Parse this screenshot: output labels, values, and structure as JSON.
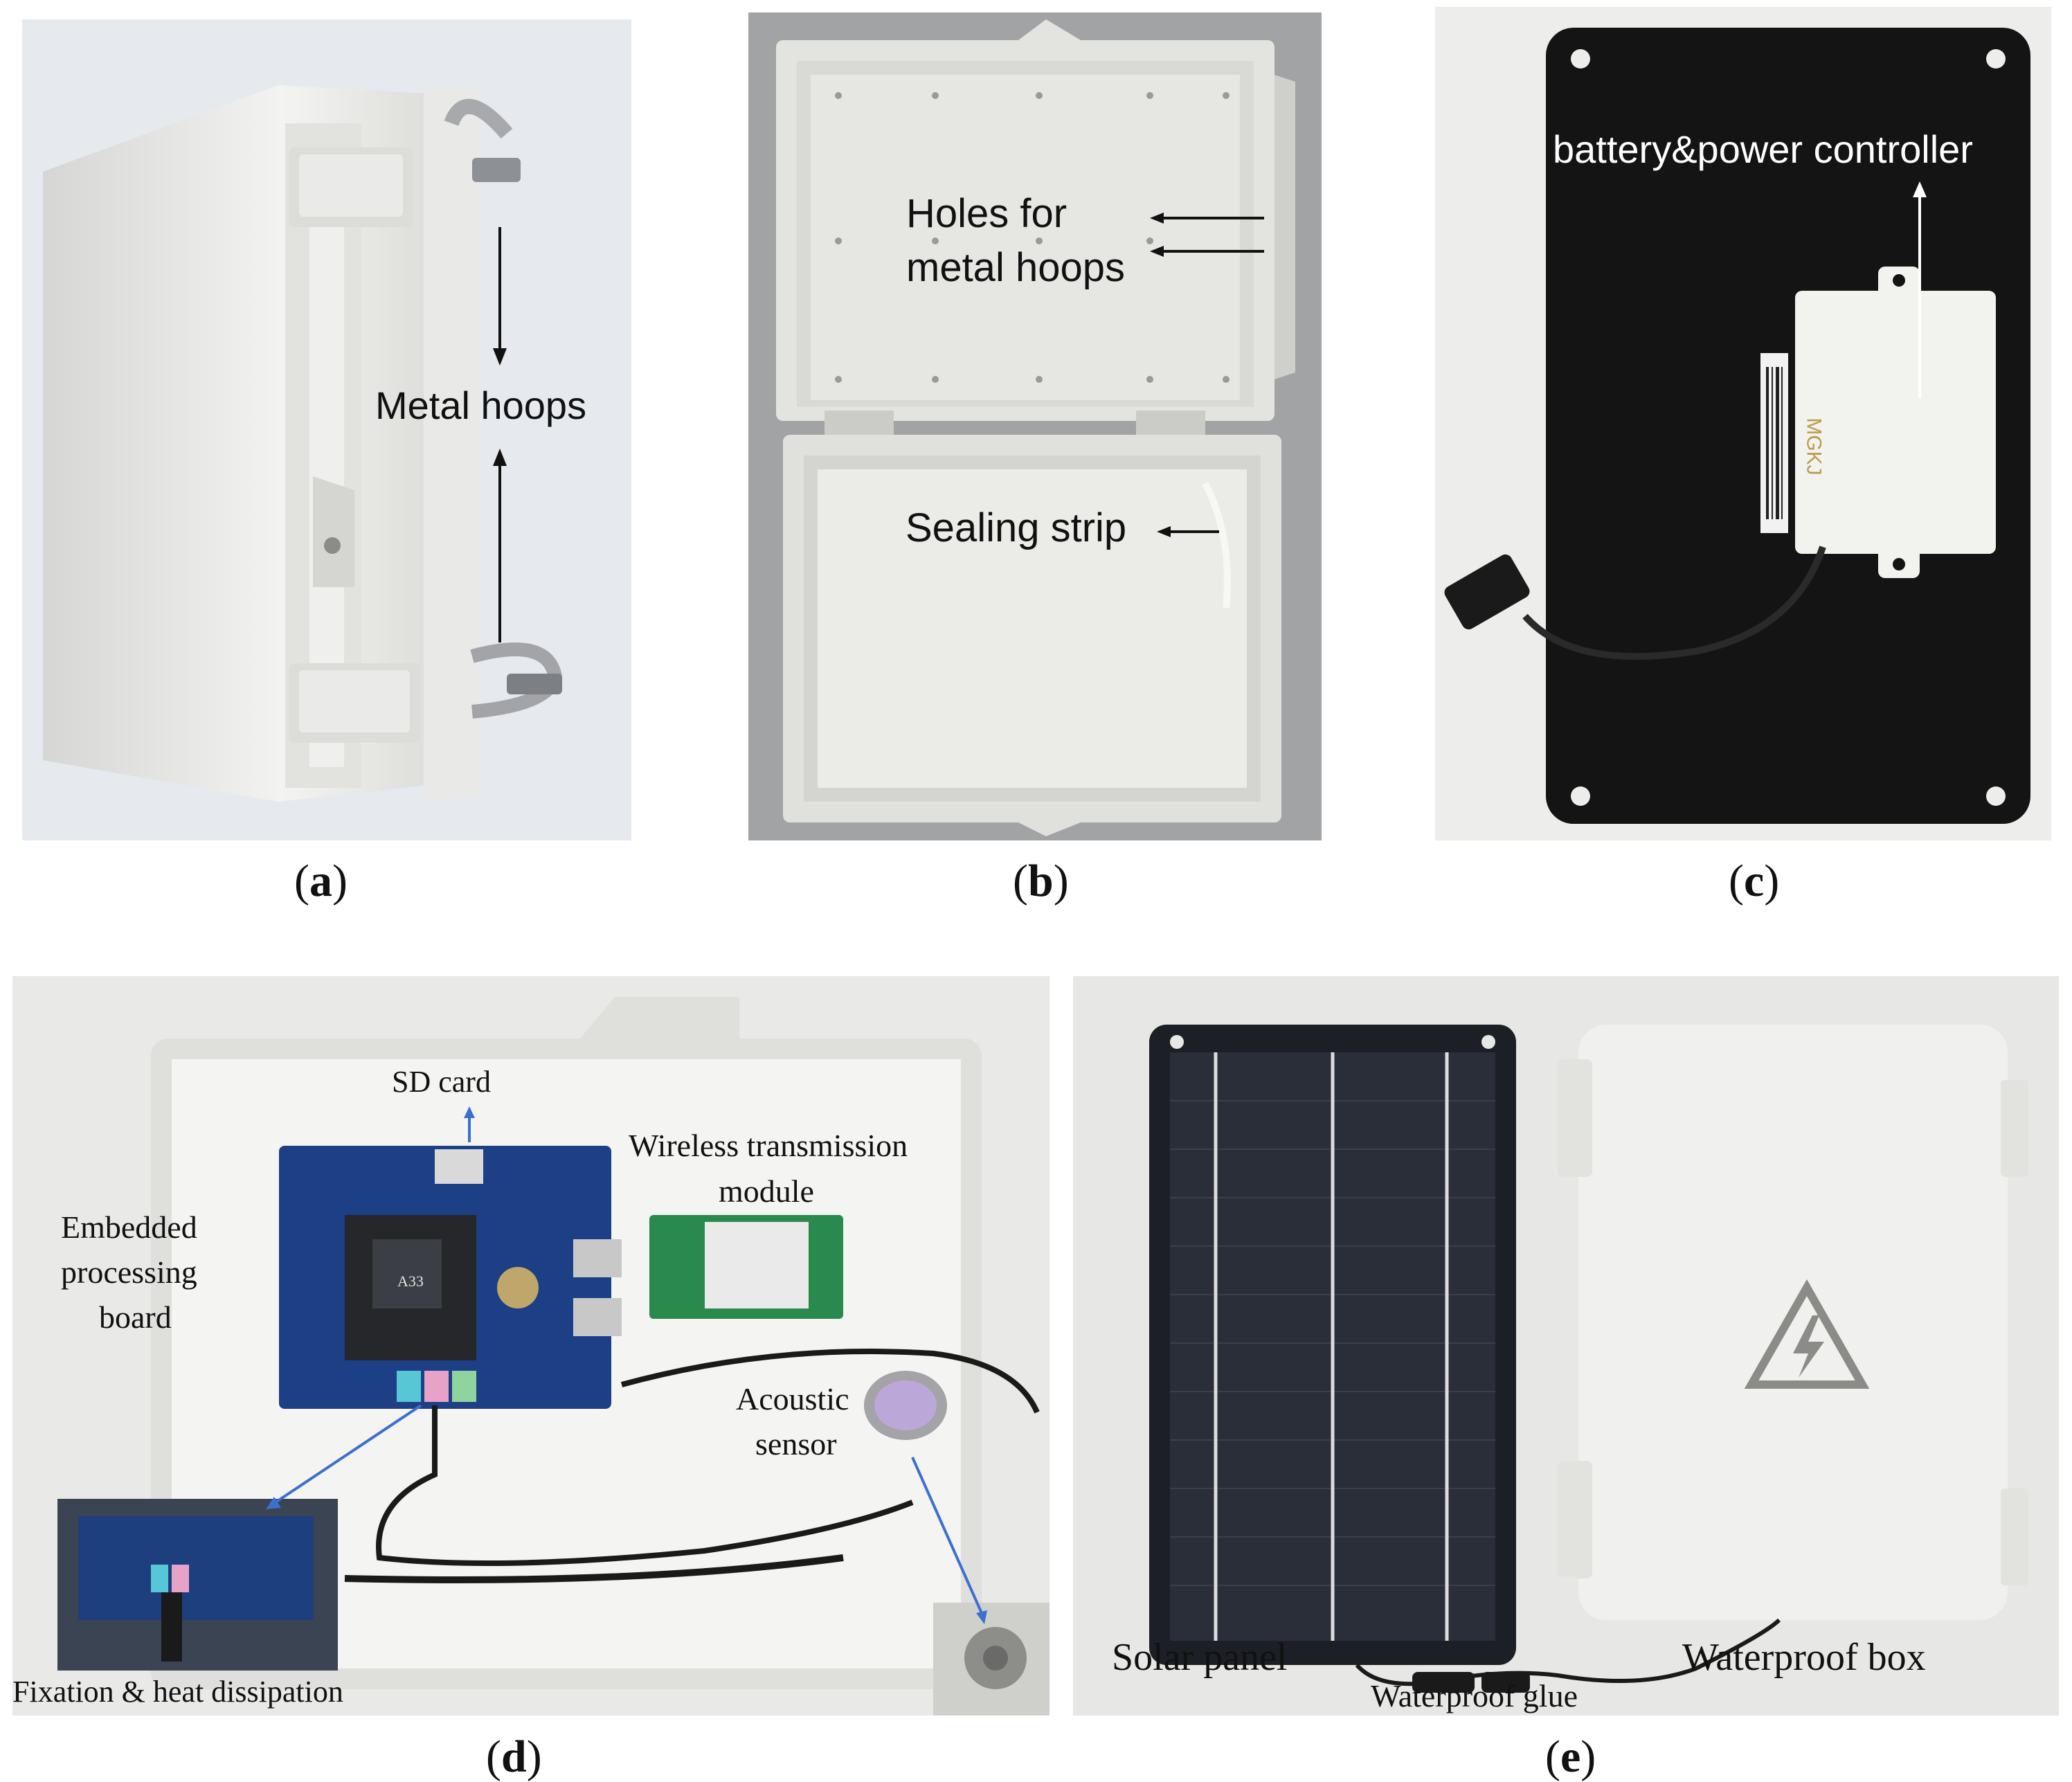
{
  "captions": {
    "a": "a",
    "b": "b",
    "c": "c",
    "d": "d",
    "e": "e"
  },
  "panel_a": {
    "label_metal_hoops": "Metal hoops"
  },
  "panel_b": {
    "label_holes_line1": "Holes for",
    "label_holes_line2": "metal hoops",
    "label_sealing_strip": "Sealing strip"
  },
  "panel_c": {
    "label_battery": "battery&power controller",
    "device_marking": "MGKJ"
  },
  "panel_d": {
    "label_sd_card": "SD card",
    "label_wireless_line1": "Wireless transmission",
    "label_wireless_line2": "module",
    "label_embedded_line1": "Embedded",
    "label_embedded_line2": "processing",
    "label_embedded_line3": "board",
    "label_acoustic_line1": "Acoustic",
    "label_acoustic_line2": "sensor",
    "label_fixation": "Fixation & heat dissipation",
    "chip_marking": "A33"
  },
  "panel_e": {
    "label_solar_panel": "Solar panel",
    "label_waterproof_glue": "Waterproof glue",
    "label_waterproof_box": "Waterproof box"
  },
  "colors": {
    "background": "#ffffff",
    "enclosure": "#e8e8e6",
    "enclosure_shadow": "#c9c9c6",
    "board_blue": "#1d3f86",
    "solar_panel": "#1c1f26",
    "plate_black": "#141414",
    "arrow_blue": "#3b6fd0"
  }
}
